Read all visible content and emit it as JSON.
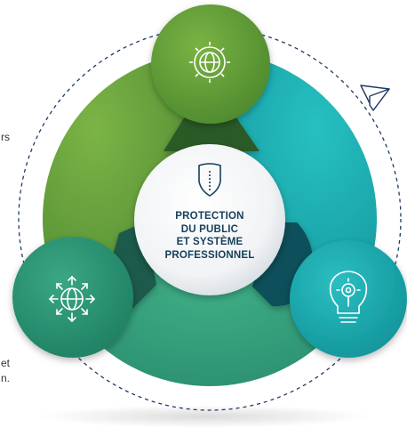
{
  "center": {
    "lines": [
      "PROTECTION",
      "DU PUBLIC",
      "ET SYSTÈME",
      "PROFESSIONNEL"
    ],
    "icon": "shield-icon"
  },
  "nodes": [
    {
      "icon": "gear-globe-icon",
      "color": "#6aa03a"
    },
    {
      "icon": "globe-arrows-icon",
      "color": "#2f9a78"
    },
    {
      "icon": "lightbulb-gear-icon",
      "color": "#1fa9ad"
    }
  ],
  "orbit_icon": "paper-plane-icon",
  "side_fragments": {
    "left_top": "rs",
    "left_bottom_1": "et",
    "left_bottom_2": "n."
  },
  "colors": {
    "green": "#5e9a3a",
    "teal": "#1aa8a8",
    "sea": "#2f9a7c",
    "text": "#16405a"
  }
}
